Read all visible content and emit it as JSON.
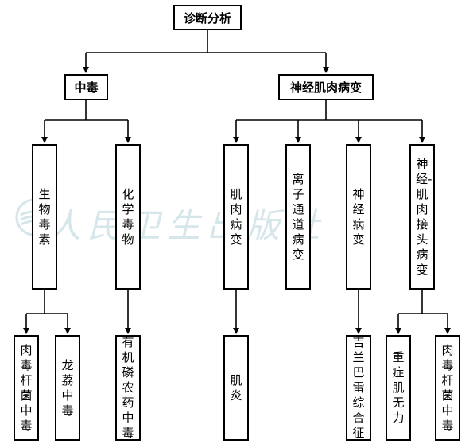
{
  "root": "诊断分析",
  "branch_left": "中毒",
  "branch_right": "神经肌肉病变",
  "toxin_bio": "生物毒素",
  "toxin_chem": "化学毒物",
  "muscle": "肌肉病变",
  "ion": "离子通道病变",
  "nerve": "神经病变",
  "nmj": "神经-肌肉接头病变",
  "leaf_botulism_left": "肉毒杆菌中毒",
  "leaf_litchi": "龙荔中毒",
  "leaf_organophosphate": "有机磷农药中毒",
  "leaf_myositis": "肌炎",
  "leaf_gbs": "吉兰巴雷综合征",
  "leaf_mg": "重症肌无力",
  "leaf_botulism_right": "肉毒杆菌中毒",
  "watermark": "人民卫生出版社",
  "colors": {
    "line": "#000000",
    "watermark": "#d6e6ea"
  }
}
